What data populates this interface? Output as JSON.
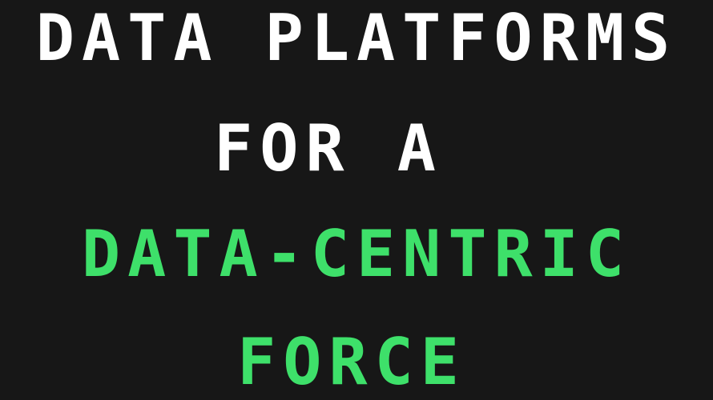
{
  "headline": {
    "line1": "DATA PLATFORMS",
    "line2": "FOR A",
    "line3": "DATA-CENTRIC",
    "line4": "FORCE"
  },
  "colors": {
    "background": "#171717",
    "primary_text": "#ffffff",
    "accent_text": "#3ee06a"
  }
}
